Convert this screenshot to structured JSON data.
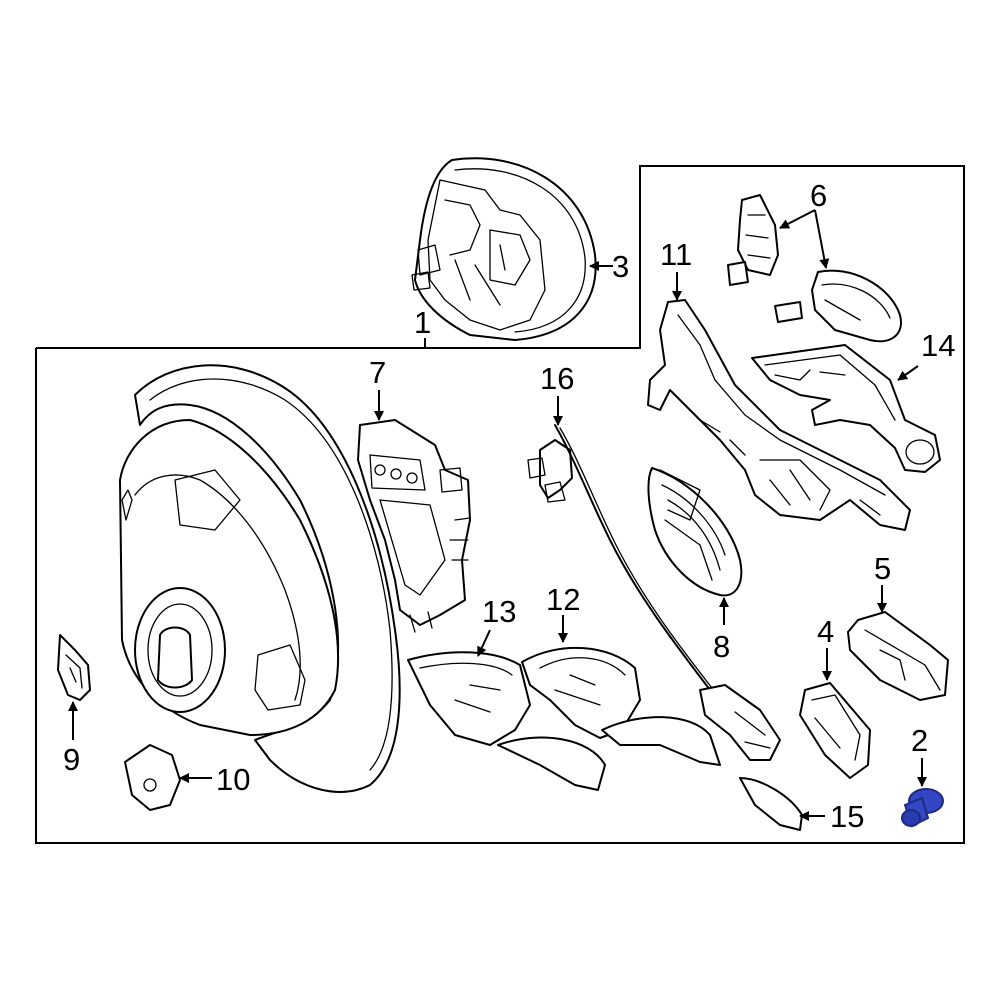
{
  "callouts": {
    "c1": "1",
    "c2": "2",
    "c3": "3",
    "c4": "4",
    "c5": "5",
    "c6": "6",
    "c7": "7",
    "c8": "8",
    "c9": "9",
    "c10": "10",
    "c11": "11",
    "c12": "12",
    "c13": "13",
    "c14": "14",
    "c15": "15",
    "c16": "16"
  },
  "colors": {
    "highlight": "#3347c4",
    "highlight_dark": "#1d2a80",
    "line": "#000000"
  }
}
